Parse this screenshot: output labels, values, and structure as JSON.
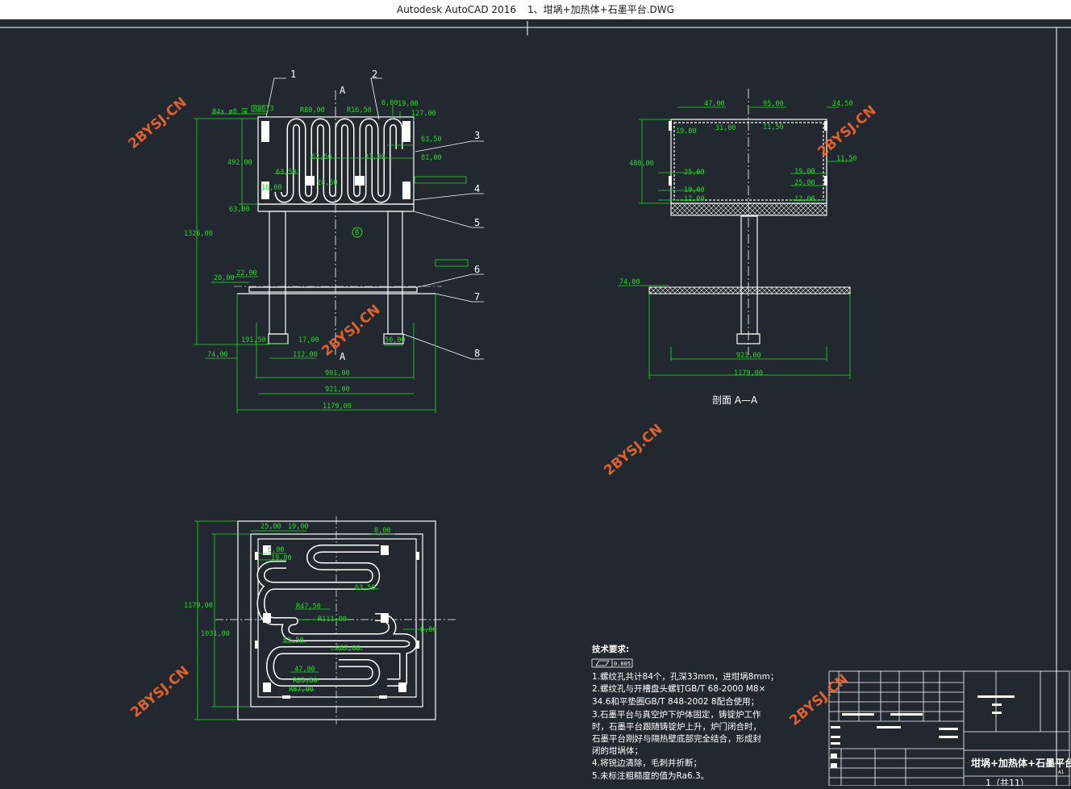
{
  "window": {
    "app_title": "Autodesk AutoCAD 2016",
    "document_title": "1、坩埚+加热体+石墨平台.DWG"
  },
  "front_view": {
    "section_label_top": "A",
    "section_label_bottom": "A",
    "datum_label": "B",
    "hole_note": "84x ø8 深",
    "roughness_note": "Ra6.3",
    "parts": [
      "1",
      "2",
      "3",
      "4",
      "5",
      "6",
      "7",
      "8"
    ],
    "dims": {
      "r80": "R80,00",
      "r16": "R16,50",
      "d6": "6,00",
      "d19": "19,00",
      "d127": "127,00",
      "d63_50a": "63,50",
      "d81": "81,00",
      "d492": "492,00",
      "d62_50": "62,50",
      "d33": "33,00",
      "d63_50b": "63,50",
      "d28_50": "28,50",
      "d16": "16,00",
      "d63": "63,00",
      "d1326": "1326,00",
      "d20": "20,00",
      "d22": "22,00",
      "d191_50": "191,50",
      "d17": "17,00",
      "d50": "50,00",
      "d74": "74,00",
      "d112": "112,00",
      "d901": "901,00",
      "d921": "921,00",
      "d1179": "1179,00"
    }
  },
  "section_view": {
    "caption": "剖面  A—A",
    "dims": {
      "d47": "47,00",
      "d95": "95,00",
      "d24_50": "24,50",
      "d19a": "19,00",
      "d31": "31,00",
      "d11_50a": "11,50",
      "d480": "480,00",
      "d11_50b": "11,50",
      "d25a": "25,00",
      "d19b": "19,00",
      "d25b": "25,00",
      "d19c": "19,00",
      "d12a": "12,00",
      "d12b": "12,00",
      "d74": "74,00",
      "d921": "921,00",
      "d1179": "1179,00"
    }
  },
  "top_view": {
    "dims": {
      "d25": "25,00",
      "d19a": "19,00",
      "d8a": "8,00",
      "d6": "6,00",
      "d19b": "19,00",
      "d63_50a": "63,50",
      "d1179": "1179,00",
      "r47_50": "R47,50",
      "r111": "R111,00",
      "d8b": "8,00",
      "d1031": "1031,00",
      "d63_50b": "63,50",
      "r87a": "R87,00",
      "d47": "47,00",
      "r23_50": "R23,50",
      "r87b": "R87,00"
    }
  },
  "technical_notes": {
    "heading": "技术要求:",
    "flatness_value": "0.005",
    "lines": [
      "1.螺纹孔共计84个，孔深33mm，进坩埚8mm；",
      "2.螺纹孔与开槽盘头螺钉GB/T 68-2000 M8×",
      "34.6和平垫圈GB/T 848-2002 8配合使用；",
      "3.石墨平台与真空炉下炉体固定，铸锭炉工作",
      "时，石墨平台跟随铸锭炉上升，炉门闭合时，",
      "石墨平台刚好与隔热壁底部完全结合，形成封",
      "闭的坩埚体；",
      "4.将锐边清除，毛刺并折断；",
      "5.未标注粗糙度的值为Ra6.3。"
    ]
  },
  "title_block": {
    "drawing_name": "坩埚+加热体+石墨平台",
    "sheet_info": "1（共11）",
    "size_label": "A1"
  },
  "watermark": "2BYSJ.CN",
  "colors": {
    "background": "#212830",
    "geometry": "#ffffff",
    "dimension": "#22dd22",
    "watermark": "#ff6a2b"
  }
}
